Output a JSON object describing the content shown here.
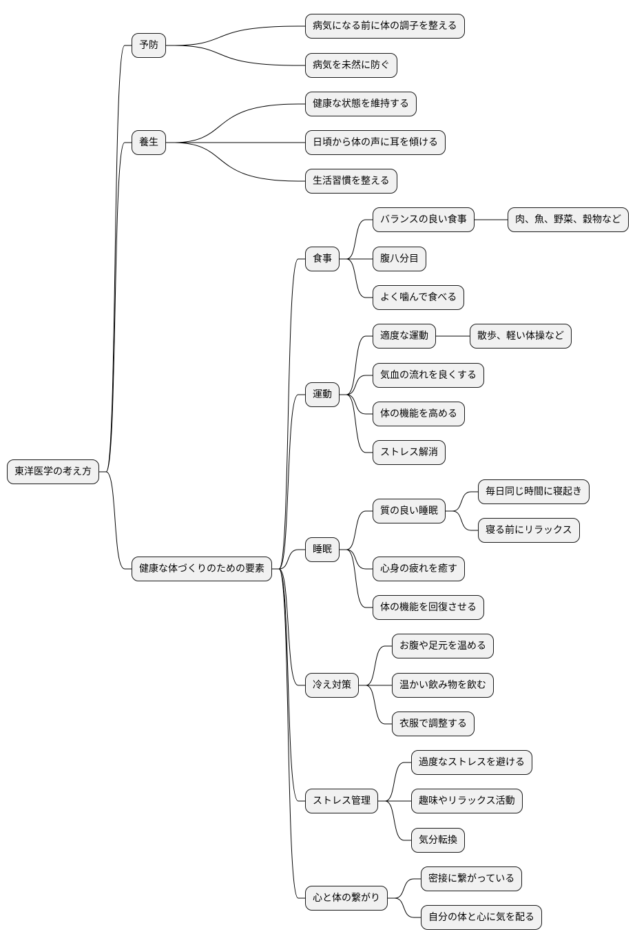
{
  "mindmap": {
    "root": {
      "id": "root",
      "label": "東洋医学の考え方",
      "children": [
        {
          "id": "prevention",
          "label": "予防",
          "children": [
            {
              "id": "prevention-1",
              "label": "病気になる前に体の調子を整える",
              "children": []
            },
            {
              "id": "prevention-2",
              "label": "病気を未然に防ぐ",
              "children": []
            }
          ]
        },
        {
          "id": "yojo",
          "label": "養生",
          "children": [
            {
              "id": "yojo-1",
              "label": "健康な状態を維持する",
              "children": []
            },
            {
              "id": "yojo-2",
              "label": "日頃から体の声に耳を傾ける",
              "children": []
            },
            {
              "id": "yojo-3",
              "label": "生活習慣を整える",
              "children": []
            }
          ]
        },
        {
          "id": "elements",
          "label": "健康な体づくりのための要素",
          "children": [
            {
              "id": "diet",
              "label": "食事",
              "children": [
                {
                  "id": "diet-1",
                  "label": "バランスの良い食事",
                  "children": [
                    {
                      "id": "diet-1-1",
                      "label": "肉、魚、野菜、穀物など",
                      "children": []
                    }
                  ]
                },
                {
                  "id": "diet-2",
                  "label": "腹八分目",
                  "children": []
                },
                {
                  "id": "diet-3",
                  "label": "よく噛んで食べる",
                  "children": []
                }
              ]
            },
            {
              "id": "exercise",
              "label": "運動",
              "children": [
                {
                  "id": "exercise-1",
                  "label": "適度な運動",
                  "children": [
                    {
                      "id": "exercise-1-1",
                      "label": "散歩、軽い体操など",
                      "children": []
                    }
                  ]
                },
                {
                  "id": "exercise-2",
                  "label": "気血の流れを良くする",
                  "children": []
                },
                {
                  "id": "exercise-3",
                  "label": "体の機能を高める",
                  "children": []
                },
                {
                  "id": "exercise-4",
                  "label": "ストレス解消",
                  "children": []
                }
              ]
            },
            {
              "id": "sleep",
              "label": "睡眠",
              "children": [
                {
                  "id": "sleep-1",
                  "label": "質の良い睡眠",
                  "children": [
                    {
                      "id": "sleep-1-1",
                      "label": "毎日同じ時間に寝起き",
                      "children": []
                    },
                    {
                      "id": "sleep-1-2",
                      "label": "寝る前にリラックス",
                      "children": []
                    }
                  ]
                },
                {
                  "id": "sleep-2",
                  "label": "心身の疲れを癒す",
                  "children": []
                },
                {
                  "id": "sleep-3",
                  "label": "体の機能を回復させる",
                  "children": []
                }
              ]
            },
            {
              "id": "cold",
              "label": "冷え対策",
              "children": [
                {
                  "id": "cold-1",
                  "label": "お腹や足元を温める",
                  "children": []
                },
                {
                  "id": "cold-2",
                  "label": "温かい飲み物を飲む",
                  "children": []
                },
                {
                  "id": "cold-3",
                  "label": "衣服で調整する",
                  "children": []
                }
              ]
            },
            {
              "id": "stress",
              "label": "ストレス管理",
              "children": [
                {
                  "id": "stress-1",
                  "label": "過度なストレスを避ける",
                  "children": []
                },
                {
                  "id": "stress-2",
                  "label": "趣味やリラックス活動",
                  "children": []
                },
                {
                  "id": "stress-3",
                  "label": "気分転換",
                  "children": []
                }
              ]
            },
            {
              "id": "mindbody",
              "label": "心と体の繋がり",
              "children": [
                {
                  "id": "mindbody-1",
                  "label": "密接に繋がっている",
                  "children": []
                },
                {
                  "id": "mindbody-2",
                  "label": "自分の体と心に気を配る",
                  "children": []
                }
              ]
            }
          ]
        }
      ]
    }
  }
}
